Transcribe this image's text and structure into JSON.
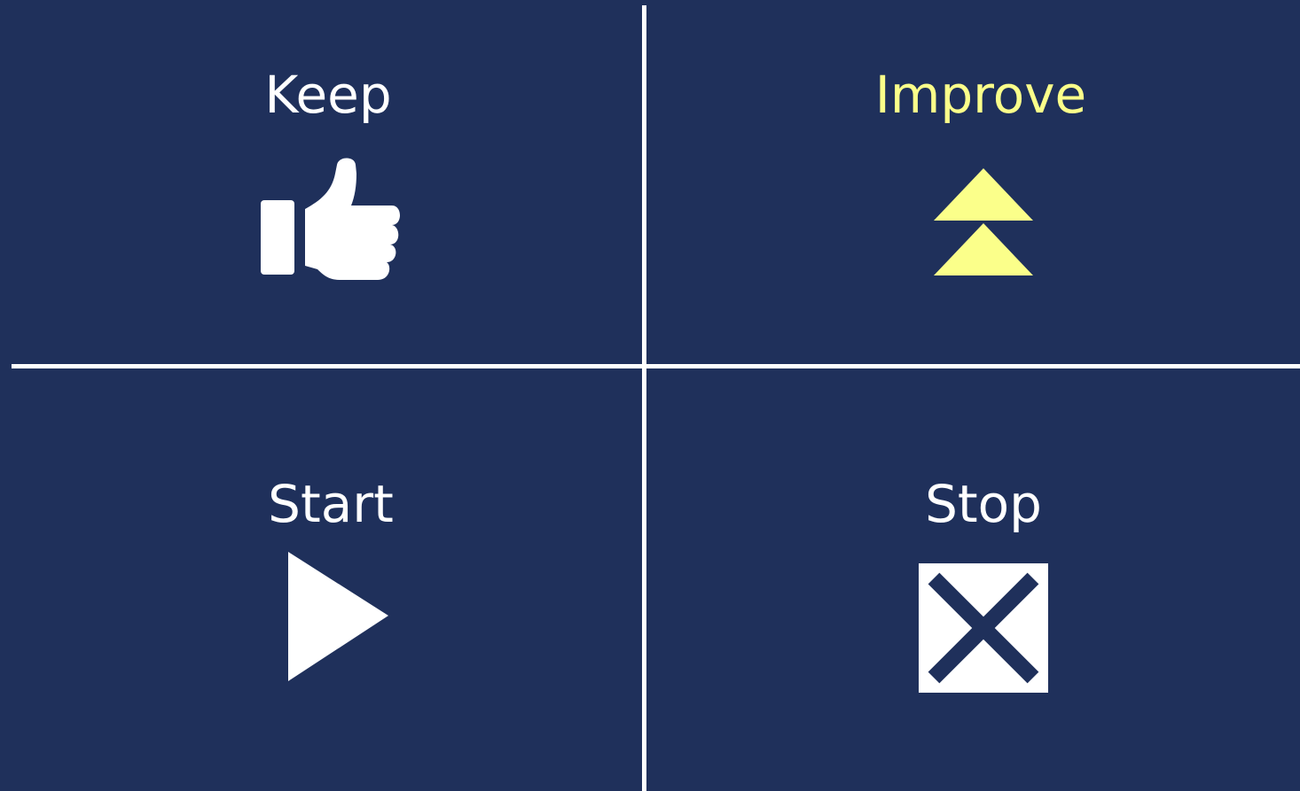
{
  "quadrants": {
    "keep": {
      "label": "Keep",
      "icon": "thumbs-up-icon"
    },
    "improve": {
      "label": "Improve",
      "icon": "double-chevron-up-icon"
    },
    "start": {
      "label": "Start",
      "icon": "play-icon"
    },
    "stop": {
      "label": "Stop",
      "icon": "close-box-icon"
    }
  },
  "colors": {
    "background": "#1f305b",
    "primary_text": "#ffffff",
    "accent": "#fbff8a"
  }
}
